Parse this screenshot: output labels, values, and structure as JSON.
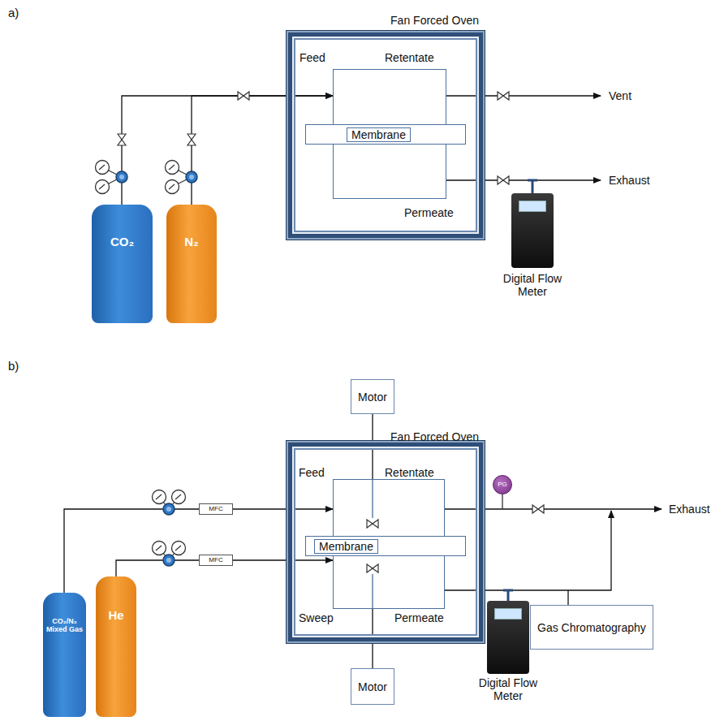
{
  "diagram": {
    "nodes": [
      {
        "text": [
          "Fan Forced Oven"
        ]
      },
      {
        "text": [
          "Feed",
          "Retentate",
          "Permeate"
        ],
        "in": 0
      },
      {
        "text": [
          "Membrane"
        ],
        "in": 0
      },
      {
        "text": [
          "CO₂"
        ]
      },
      {
        "text": [
          "N₂"
        ]
      },
      {
        "text": [
          "Digital Flow Meter"
        ]
      },
      {
        "text": [
          "Motor"
        ]
      },
      {
        "text": [
          "Fan Forced Oven"
        ]
      },
      {
        "text": [
          "Feed",
          "Retentate",
          "Sweep",
          "Permeate"
        ],
        "in": 7
      },
      {
        "text": [
          "Membrane"
        ],
        "in": 7
      },
      {
        "text": [
          "Motor"
        ]
      },
      {
        "text": [
          "CO₂/N₂ Mixed Gas"
        ]
      },
      {
        "text": [
          "He"
        ]
      },
      {
        "text": [
          "MFC"
        ]
      },
      {
        "text": [
          "MFC"
        ]
      },
      {
        "text": [
          "PG"
        ]
      },
      {
        "text": [
          "Digital Flow Meter"
        ]
      },
      {
        "text": [
          "Gas Chromatography"
        ]
      }
    ],
    "edges": [
      {
        "from": 3,
        "to": 1,
        "arrow": "to"
      },
      {
        "from": 4,
        "to": 1,
        "arrow": "to"
      },
      {
        "from": 6,
        "to": 8,
        "arrow": "none"
      },
      {
        "from": 11,
        "to": 13,
        "arrow": "none"
      },
      {
        "from": 13,
        "to": 8,
        "arrow": "to"
      },
      {
        "from": 12,
        "to": 14,
        "arrow": "none"
      },
      {
        "from": 14,
        "to": 8,
        "arrow": "to"
      },
      {
        "from": 8,
        "to": 10,
        "arrow": "none"
      }
    ],
    "labels": [
      "a)",
      "Vent",
      "Exhaust",
      "b)",
      "Exhaust"
    ]
  }
}
